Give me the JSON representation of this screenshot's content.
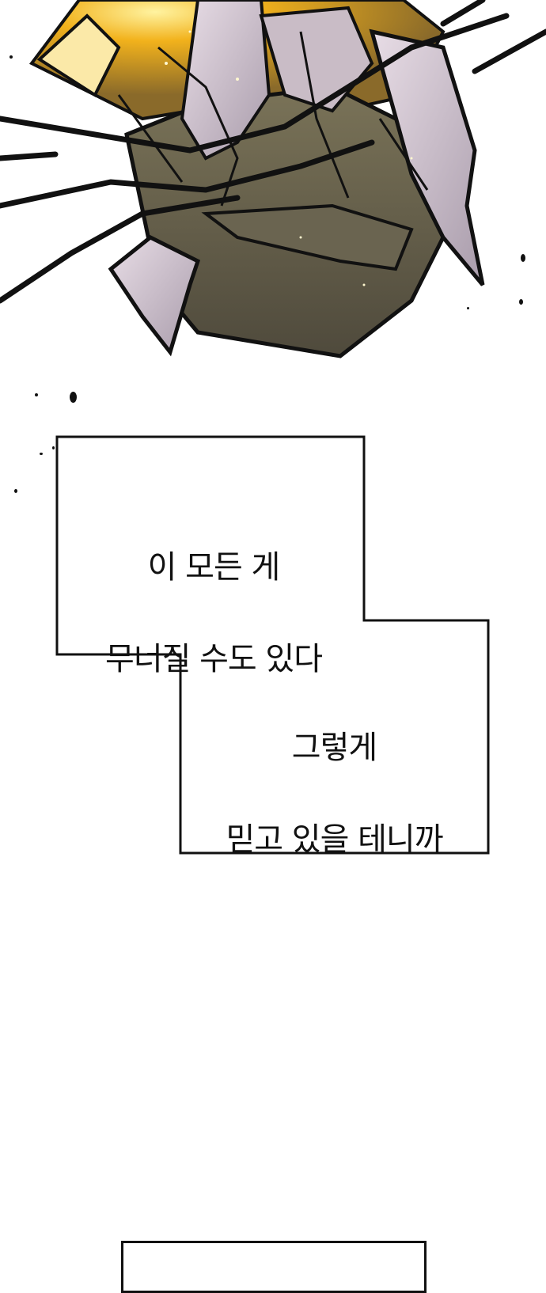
{
  "panel_1": {
    "illustration": "shattering-armored-gauntlet-illustration"
  },
  "narration_box_1": {
    "line_1": "이 모든 게",
    "line_2": "무너질 수도 있다",
    "line_3": "그렇게",
    "line_4": "믿고 있을 테니까"
  },
  "colors": {
    "background": "#ffffff",
    "ink": "#111111",
    "glow": "#f2b21c",
    "armor_light": "#d9ccd8",
    "armor_dark": "#5f5a48"
  }
}
